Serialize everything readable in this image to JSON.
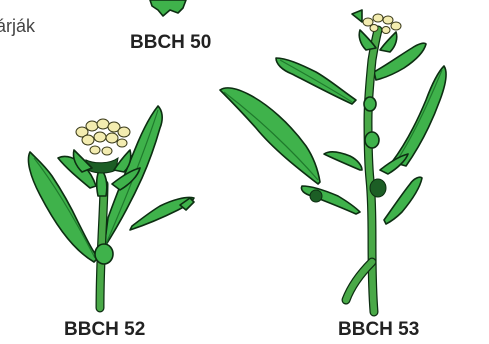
{
  "text_fragment": "árják",
  "labels": {
    "stage_50": "BBCH 50",
    "stage_52": "BBCH 52",
    "stage_53": "BBCH 53"
  },
  "colors": {
    "leaf": "#3fb24b",
    "leaf_dark": "#1f7a2c",
    "outline": "#0d2e12",
    "stem": "#49a947",
    "bud": "#f3ecb0",
    "bud_center": "#d7c96a"
  }
}
